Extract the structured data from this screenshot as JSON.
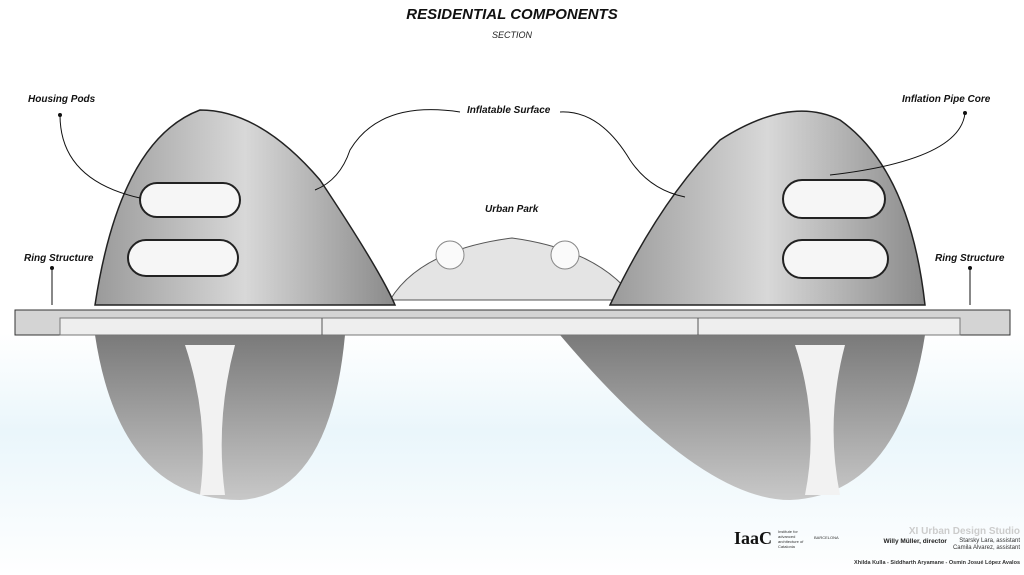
{
  "header": {
    "title": "RESIDENTIAL COMPONENTS",
    "subtitle": "SECTION"
  },
  "labels": {
    "housing_pods": "Housing Pods",
    "inflatable_surface": "Inflatable Surface",
    "inflation_pipe_core": "Inflation Pipe Core",
    "urban_park": "Urban Park",
    "ring_structure_left": "Ring Structure",
    "ring_structure_right": "Ring Structure"
  },
  "credits": {
    "logo": "IaaC",
    "institute": "Institute for advanced architecture of Catalonia",
    "city": "BARCELONA",
    "studio": "XI Urban Design Studio",
    "director": "Willy Müller, director",
    "assistant_1": "Starsky Lara, assistant",
    "assistant_2": "Camila Alvarez, assistant",
    "team": "Xhilda Kulla - Siddharth Aryamane - Osmin Josué López Avalos"
  }
}
